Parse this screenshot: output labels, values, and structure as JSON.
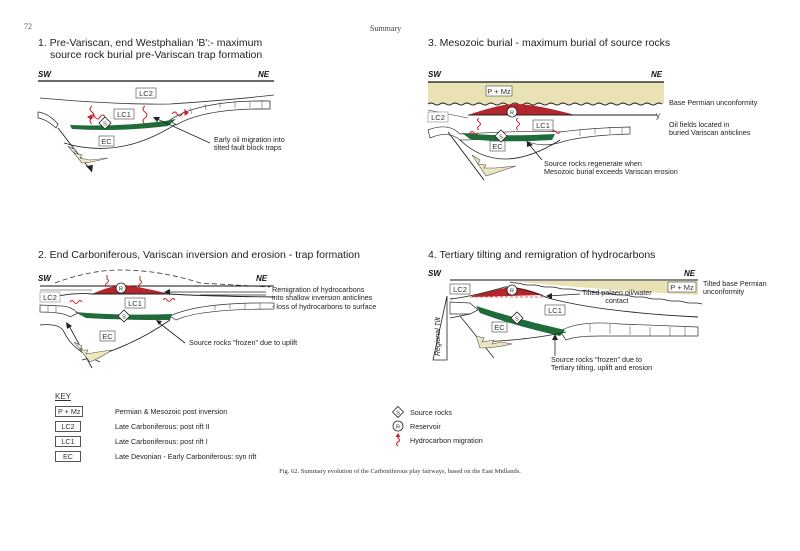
{
  "page": {
    "number": "72",
    "running_head": "Summary",
    "caption": "Fig. 62. Summary evolution of the Carboniferous play fairways, based on the East Midlands."
  },
  "colors": {
    "source_rock": "#1f6b3a",
    "reservoir": "#b3262b",
    "migration": "#c0272d",
    "post_inversion_fill": "#e8e2b4",
    "syn_rift_fill": "#ece6bf"
  },
  "panels": [
    {
      "id": "1",
      "title_line1": "1. Pre-Variscan, end Westphalian 'B':- maximum",
      "title_line2": "source rock burial pre-Variscan trap formation",
      "sw": "SW",
      "ne": "NE",
      "units": [
        "LC2",
        "LC1",
        "EC"
      ],
      "source_symbol": "S",
      "annotations": [
        {
          "lines": [
            "Early oil migration into",
            "tilted fault block traps"
          ]
        }
      ]
    },
    {
      "id": "2",
      "title_line1": "2. End Carboniferous, Variscan inversion and erosion - trap formation",
      "sw": "SW",
      "ne": "NE",
      "units": [
        "LC2",
        "LC1",
        "EC"
      ],
      "source_symbol": "S",
      "reservoir_symbol": "R",
      "annotations": [
        {
          "lines": [
            "Remigration of hydrocarbons",
            "into shallow inversion anticlines",
            "- loss of hydrocarbons to surface"
          ]
        },
        {
          "lines": [
            "Source rocks \"frozen\" due to uplift"
          ]
        }
      ]
    },
    {
      "id": "3",
      "title_line1": "3. Mesozoic burial - maximum burial of source rocks",
      "sw": "SW",
      "ne": "NE",
      "units": [
        "P + Mz",
        "LC2",
        "LC1",
        "EC"
      ],
      "source_symbol": "S",
      "reservoir_symbol": "R",
      "unconformity_marker": "y",
      "annotations": [
        {
          "lines": [
            "Base Permian unconformity"
          ]
        },
        {
          "lines": [
            "Oil fields located in",
            "buried Variscan  anticlines"
          ]
        },
        {
          "lines": [
            "Source rocks regenerate when",
            "Mesozoic burial exceeds Variscan erosion"
          ]
        }
      ]
    },
    {
      "id": "4",
      "title_line1": "4. Tertiary tilting and remigration of hydrocarbons",
      "sw": "SW",
      "ne": "NE",
      "units": [
        "P + Mz",
        "LC2",
        "LC1",
        "EC"
      ],
      "source_symbol": "S",
      "reservoir_symbol": "R",
      "tilt_label": "Regional Tilt",
      "annotations": [
        {
          "lines": [
            "Tilted base Permian",
            "unconformity"
          ]
        },
        {
          "lines": [
            "Tilted palaeo oil/water",
            "contact"
          ]
        },
        {
          "lines": [
            "Source rocks \"frozen\" due to",
            "Tertiary tilting, uplift and erosion"
          ]
        }
      ]
    }
  ],
  "key": {
    "title": "KEY",
    "units": [
      {
        "code": "P + Mz",
        "label": "Permian & Mesozoic post inversion"
      },
      {
        "code": "LC2",
        "label": "Late Carboniferous: post rift II"
      },
      {
        "code": "LC1",
        "label": "Late Carboniferous: post rift I"
      },
      {
        "code": "EC",
        "label": "Late Devonian - Early Carboniferous: syn rift"
      }
    ],
    "symbols": [
      {
        "symbol": "S",
        "label": "Source rocks"
      },
      {
        "symbol": "R",
        "label": "Reservoir"
      },
      {
        "symbol": "migration",
        "label": "Hydrocarbon migration"
      }
    ]
  }
}
